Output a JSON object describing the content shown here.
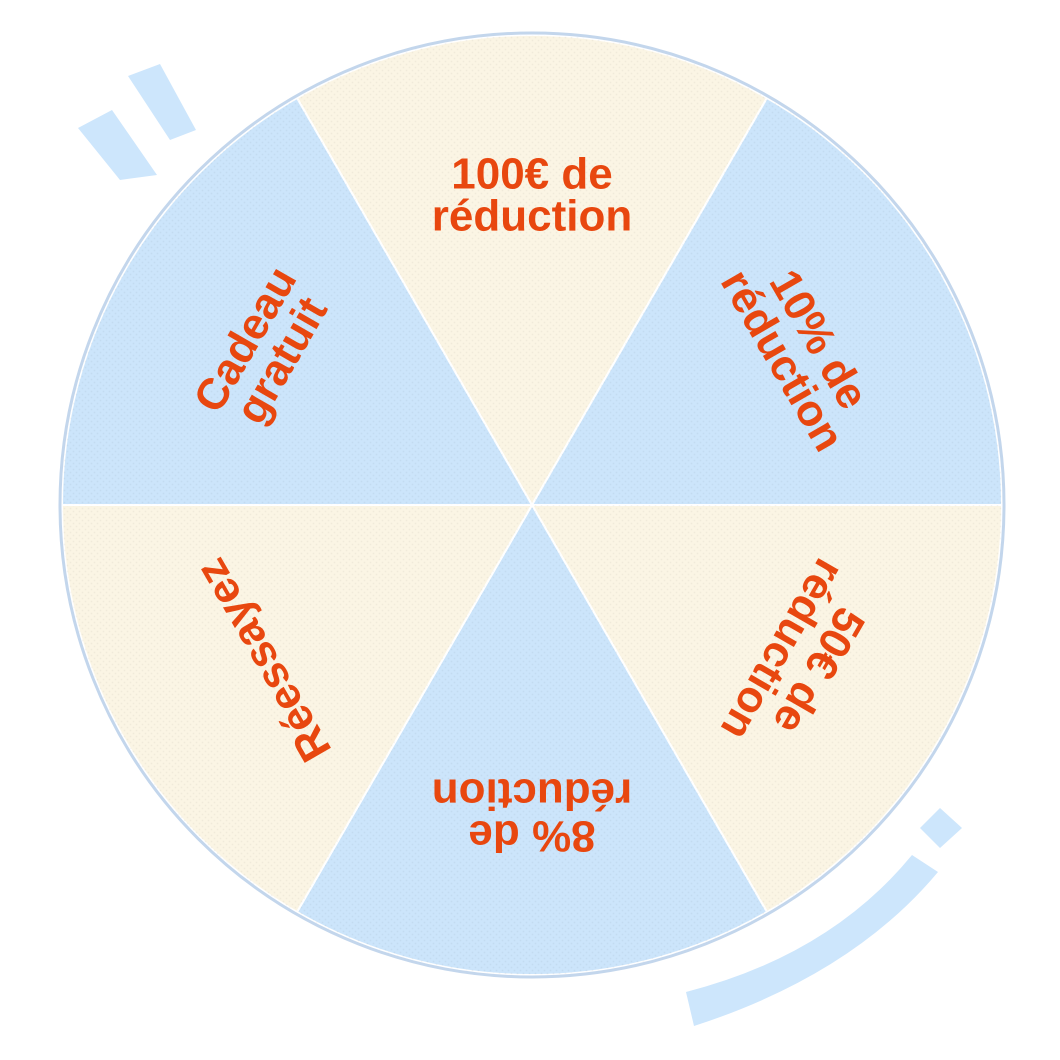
{
  "wheel": {
    "segments": [
      {
        "id": "seg-100-euro",
        "lines": [
          "100€ de",
          "réduction"
        ],
        "fill": "#fbf5e4"
      },
      {
        "id": "seg-10-pct",
        "lines": [
          "10% de",
          "réduction"
        ],
        "fill": "#cce5fb"
      },
      {
        "id": "seg-50-euro",
        "lines": [
          "50€ de",
          "réduction"
        ],
        "fill": "#fbf5e4"
      },
      {
        "id": "seg-8-pct",
        "lines": [
          "8% de",
          "réduction"
        ],
        "fill": "#cce5fb"
      },
      {
        "id": "seg-retry",
        "lines": [
          "Réessayez"
        ],
        "fill": "#fbf5e4"
      },
      {
        "id": "seg-gift",
        "lines": [
          "Cadeau",
          "gratuit"
        ],
        "fill": "#cce5fb"
      }
    ]
  },
  "colors": {
    "text": "#e8470f",
    "rim": "#c3d6ec",
    "blue": "#cce5fb",
    "cream": "#fbf5e4",
    "accent": "#cde6fc"
  }
}
